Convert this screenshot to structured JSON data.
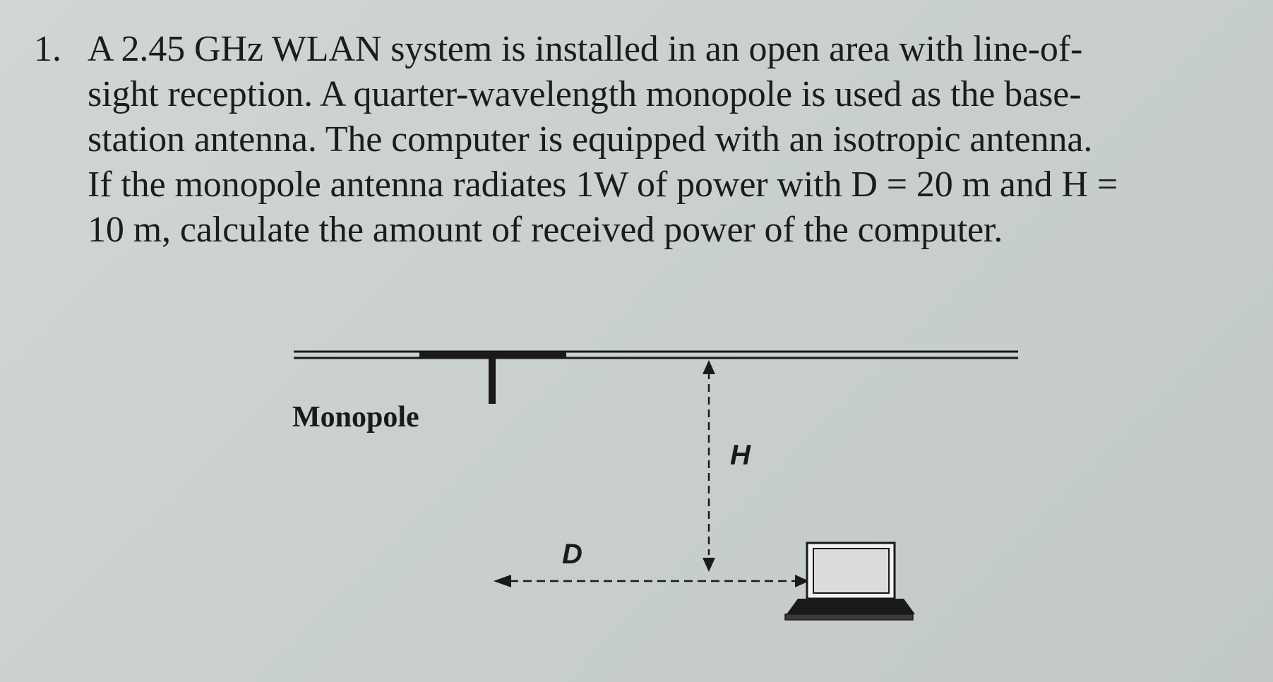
{
  "problem": {
    "number": "1.",
    "lines": [
      "A 2.45 GHz WLAN system is installed in an open area with line-of-",
      "sight reception. A quarter-wavelength monopole is used as the base-",
      "station antenna. The computer is equipped with an isotropic antenna.",
      "If the monopole antenna radiates 1W of power with D = 20 m and H =",
      "10 m, calculate the amount of received power of the computer."
    ]
  },
  "diagram": {
    "monopole_label": "Monopole",
    "height_label": "H",
    "distance_label": "D"
  }
}
